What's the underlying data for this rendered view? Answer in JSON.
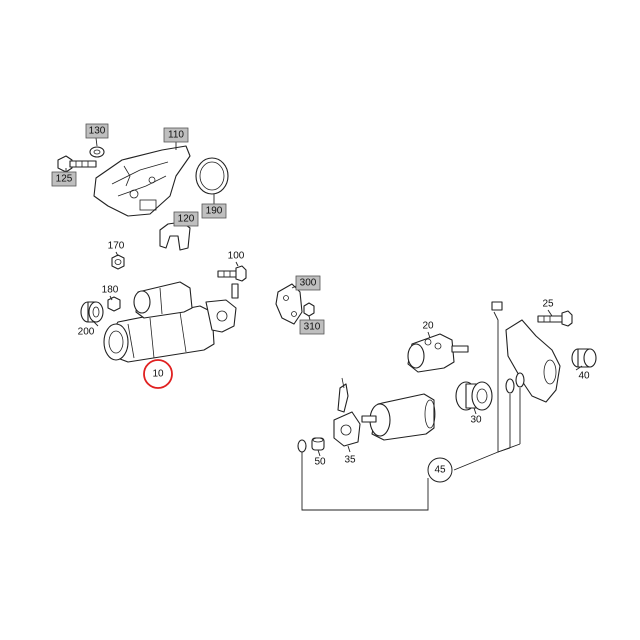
{
  "diagram": {
    "callouts": {
      "p10": "10",
      "p20": "20",
      "p25": "25",
      "p30": "30",
      "p35": "35",
      "p40": "40",
      "p45": "45",
      "p50": "50",
      "p100": "100",
      "p110": "110",
      "p120": "120",
      "p125": "125",
      "p130": "130",
      "p170": "170",
      "p180": "180",
      "p190": "190",
      "p200": "200",
      "p300": "300",
      "p310": "310"
    },
    "highlighted_callout": "10",
    "colors": {
      "highlight_ring": "#e02020",
      "label_box": "#bfbfbf",
      "line": "#222222"
    }
  }
}
